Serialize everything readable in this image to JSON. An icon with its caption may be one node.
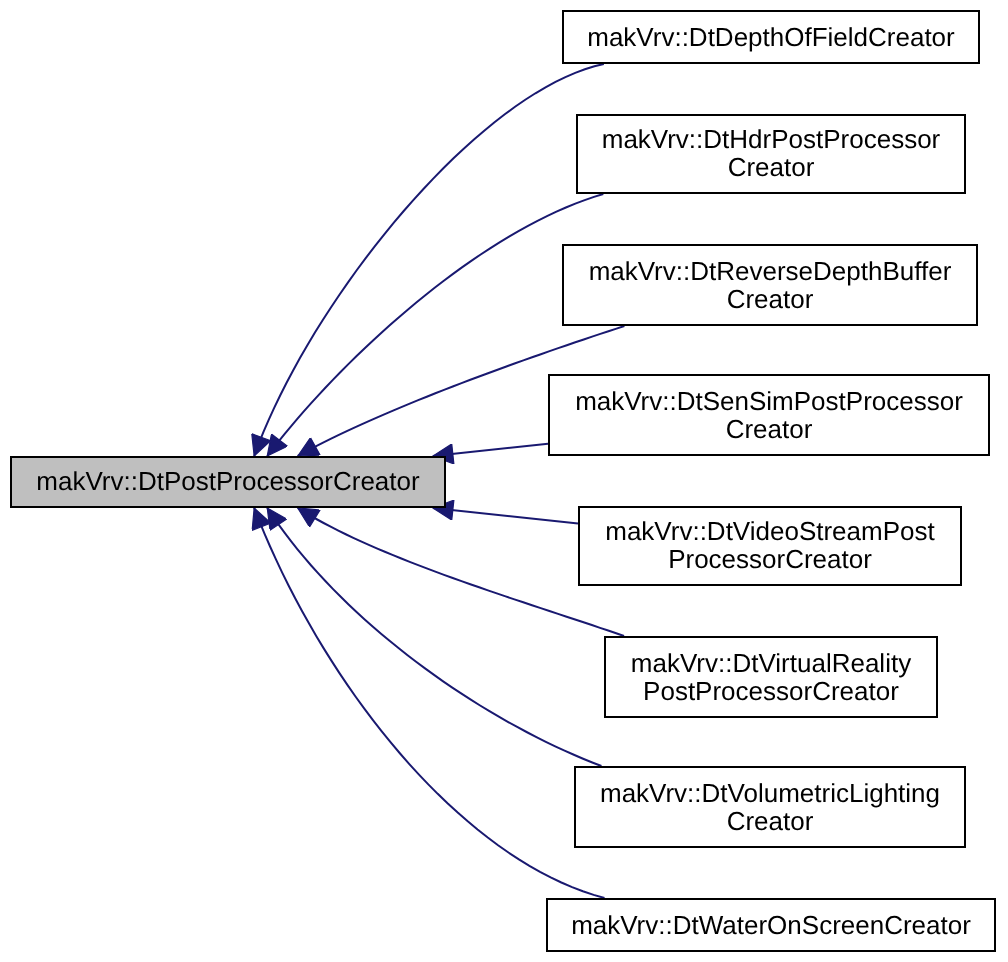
{
  "diagram": {
    "nodes": [
      {
        "text": [
          "makVrv::DtPostProcessorCreator"
        ]
      },
      {
        "text": [
          "makVrv::DtDepthOfFieldCreator"
        ]
      },
      {
        "text": [
          "makVrv::DtHdrPostProcessor Creator"
        ]
      },
      {
        "text": [
          "makVrv::DtReverseDepthBuffer Creator"
        ]
      },
      {
        "text": [
          "makVrv::DtSenSimPostProcessor Creator"
        ]
      },
      {
        "text": [
          "makVrv::DtVideoStreamPost ProcessorCreator"
        ]
      },
      {
        "text": [
          "makVrv::DtVirtualReality PostProcessorCreator"
        ]
      },
      {
        "text": [
          "makVrv::DtVolumetricLighting Creator"
        ]
      },
      {
        "text": [
          "makVrv::DtWaterOnScreenCreator"
        ]
      }
    ],
    "edges": [
      {
        "from": 1,
        "to": 0,
        "arrow": "to"
      },
      {
        "from": 2,
        "to": 0,
        "arrow": "to"
      },
      {
        "from": 3,
        "to": 0,
        "arrow": "to"
      },
      {
        "from": 4,
        "to": 0,
        "arrow": "to"
      },
      {
        "from": 5,
        "to": 0,
        "arrow": "to"
      },
      {
        "from": 6,
        "to": 0,
        "arrow": "to"
      },
      {
        "from": 7,
        "to": 0,
        "arrow": "to"
      },
      {
        "from": 8,
        "to": 0,
        "arrow": "to"
      }
    ]
  }
}
